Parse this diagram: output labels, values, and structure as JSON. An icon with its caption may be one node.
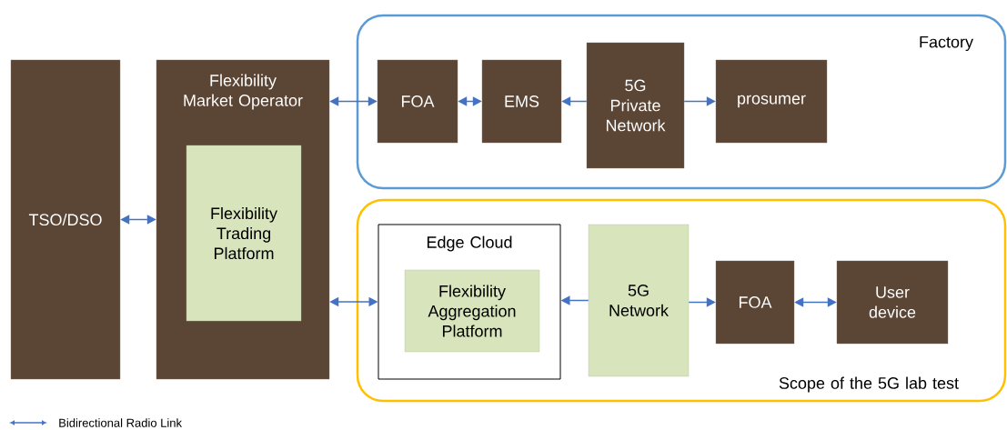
{
  "diagram": {
    "nodes": [
      {
        "text": [
          "TSO/DSO"
        ]
      },
      {
        "text": [
          "Flexibility Market Operator"
        ]
      },
      {
        "text": [
          "Flexibility Trading Platform"
        ],
        "in": 1
      },
      {
        "text": [
          "Factory"
        ]
      },
      {
        "text": [
          "FOA"
        ],
        "in": 3
      },
      {
        "text": [
          "EMS"
        ],
        "in": 3
      },
      {
        "text": [
          "5G Private Network"
        ],
        "in": 3
      },
      {
        "text": [
          "prosumer"
        ],
        "in": 3
      },
      {
        "text": [
          "Scope of the 5G lab test"
        ]
      },
      {
        "text": [
          "Edge Cloud"
        ],
        "in": 8
      },
      {
        "text": [
          "Flexibility Aggregation Platform"
        ],
        "in": 9
      },
      {
        "text": [
          "5G Network"
        ],
        "in": 8
      },
      {
        "text": [
          "FOA"
        ],
        "in": 8
      },
      {
        "text": [
          "User device"
        ],
        "in": 8
      }
    ],
    "edges": [
      {
        "from": 0,
        "to": 1,
        "arrow": "both"
      },
      {
        "from": 1,
        "to": 4,
        "arrow": "both"
      },
      {
        "from": 4,
        "to": 5,
        "arrow": "both"
      },
      {
        "from": 6,
        "to": 5,
        "arrow": "to"
      },
      {
        "from": 6,
        "to": 7,
        "arrow": "to"
      },
      {
        "from": 1,
        "to": 9,
        "arrow": "both"
      },
      {
        "from": 11,
        "to": 9,
        "arrow": "to"
      },
      {
        "from": 11,
        "to": 12,
        "arrow": "to"
      },
      {
        "from": 12,
        "to": 13,
        "arrow": "both"
      }
    ],
    "legend": [
      {
        "text": "Bidirectional Radio Link"
      }
    ]
  }
}
